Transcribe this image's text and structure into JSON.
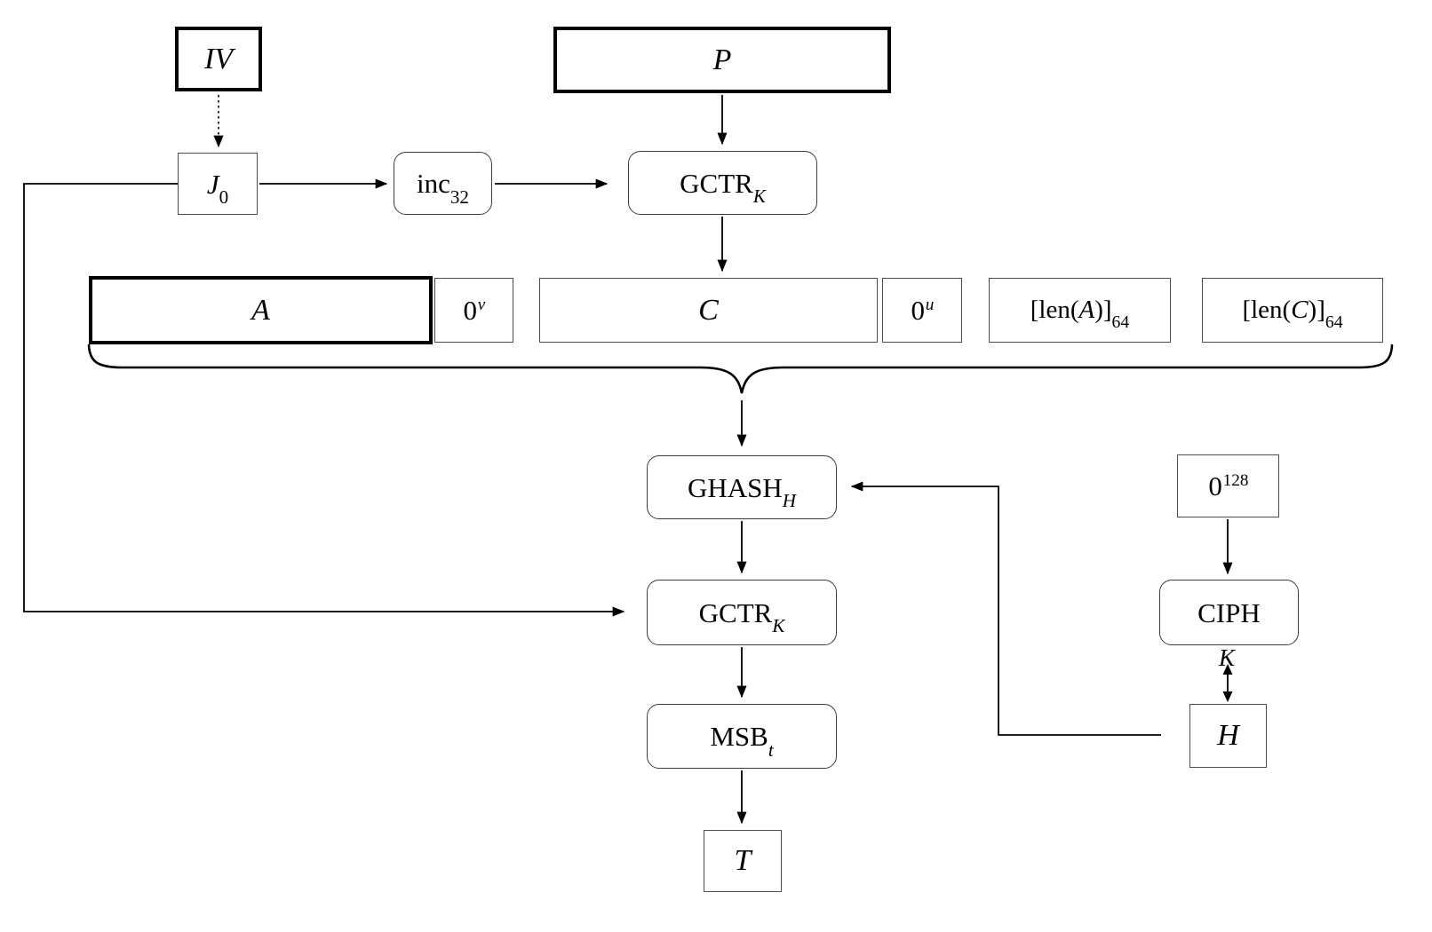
{
  "colors": {
    "background": "#ffffff",
    "line": "#000000",
    "thin_border": "#4d4d4d",
    "bold_border": "#000000",
    "text": "#000000"
  },
  "nodes": {
    "iv": {
      "label": "IV"
    },
    "p": {
      "label": "P"
    },
    "j0": {
      "main": "J",
      "sub": "0"
    },
    "inc32": {
      "main": "inc",
      "sub": "32"
    },
    "gctr_top": {
      "main": "GCTR",
      "sub": "K"
    },
    "a": {
      "label": "A"
    },
    "zero_v": {
      "main": "0",
      "sup": "v"
    },
    "c": {
      "label": "C"
    },
    "zero_u": {
      "main": "0",
      "sup": "u"
    },
    "len_a": {
      "pre": "[len(",
      "var": "A",
      "post": ")]",
      "sub": "64"
    },
    "len_c": {
      "pre": "[len(",
      "var": "C",
      "post": ")]",
      "sub": "64"
    },
    "ghash": {
      "main": "GHASH",
      "sub": "H"
    },
    "gctr_mid": {
      "main": "GCTR",
      "sub": "K"
    },
    "msb": {
      "main": "MSB",
      "sub": "t"
    },
    "t_out": {
      "label": "T"
    },
    "zero_128": {
      "main": "0",
      "sup": "128"
    },
    "ciph": {
      "label": "CIPH"
    },
    "k_edge_label": {
      "label": "K"
    },
    "h": {
      "label": "H"
    }
  }
}
